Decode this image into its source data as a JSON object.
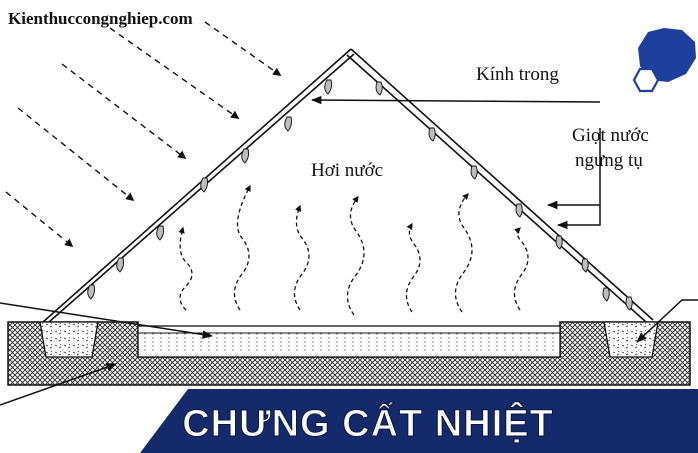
{
  "site": {
    "watermark": "Kienthuccongnghiep.com"
  },
  "labels": {
    "glass": "Kính trong",
    "droplets_line1": "Giọt nước",
    "droplets_line2": "ngưng tụ",
    "vapor": "Hơi nước"
  },
  "banner": {
    "title": "CHƯNG CẤT NHIỆT"
  },
  "colors": {
    "banner_navy": "#142a6b",
    "logo_blue": "#1f3f9c",
    "line": "#111111"
  },
  "icons": {
    "logo": "hexagon-logo-icon"
  }
}
